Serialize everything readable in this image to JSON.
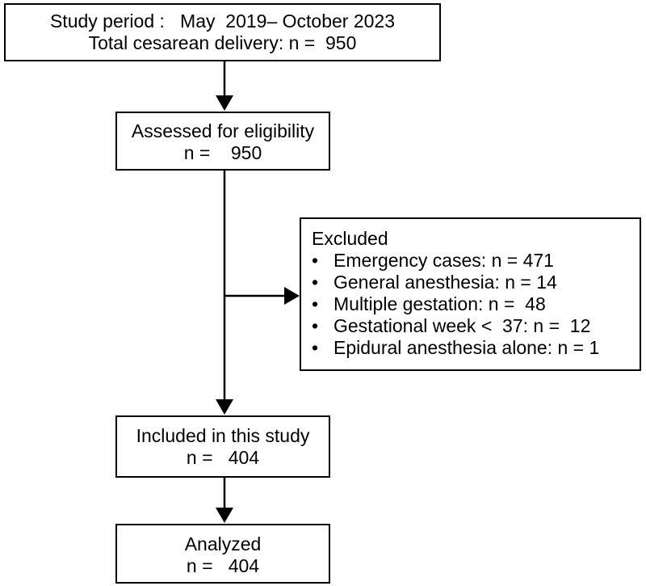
{
  "flowchart": {
    "study_box": {
      "line1": "Study period :   May  2019– October 2023",
      "line2": "Total cesarean delivery: n =  950"
    },
    "assessed_box": {
      "line1": "Assessed for eligibility",
      "line2": "n =    950"
    },
    "excluded_box": {
      "title": "Excluded",
      "items": [
        "Emergency cases: n = 471",
        "General anesthesia: n = 14",
        "Multiple gestation: n =  48",
        "Gestational week <  37: n =  12",
        "Epidural anesthesia alone: n = 1"
      ]
    },
    "included_box": {
      "line1": "Included in this study",
      "line2": "n =   404"
    },
    "analyzed_box": {
      "line1": "Analyzed",
      "line2": "n =   404"
    }
  },
  "style": {
    "line_color": "#000000",
    "box_fill": "#ffffff"
  }
}
